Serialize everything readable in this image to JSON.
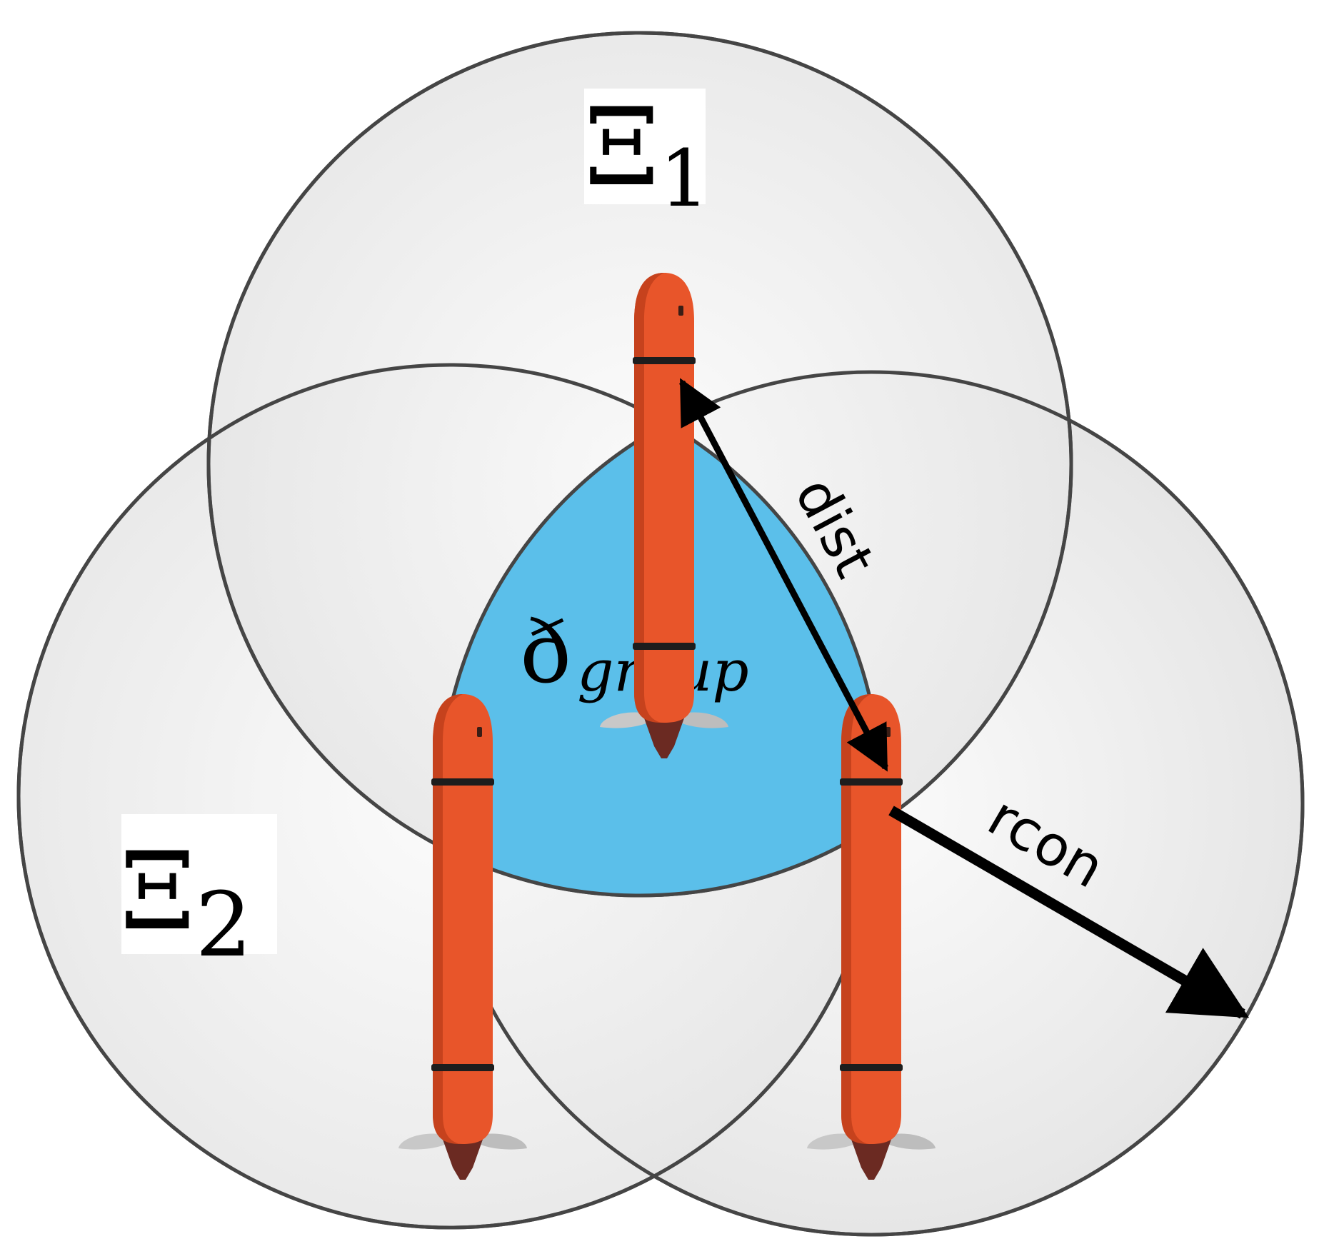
{
  "labels": {
    "region1": {
      "main": "Ξ",
      "sub": "1"
    },
    "region2": {
      "main": "Ξ",
      "sub": "2"
    },
    "group": {
      "main": "ð",
      "sub": "group"
    },
    "dist": "dist",
    "rcon": "rcon"
  },
  "colors": {
    "circle_fill": "#ededed",
    "circle_stroke": "#454545",
    "group_region": "#5bbfea",
    "vehicle_body": "#e8552a",
    "vehicle_shadow": "#c6421d",
    "vehicle_tail": "#6b2a22",
    "vehicle_fin": "#c8c8c8",
    "arrow": "#000000"
  },
  "icons": [
    "auv-vehicle-icon",
    "double-arrow-icon",
    "arrow-icon"
  ]
}
